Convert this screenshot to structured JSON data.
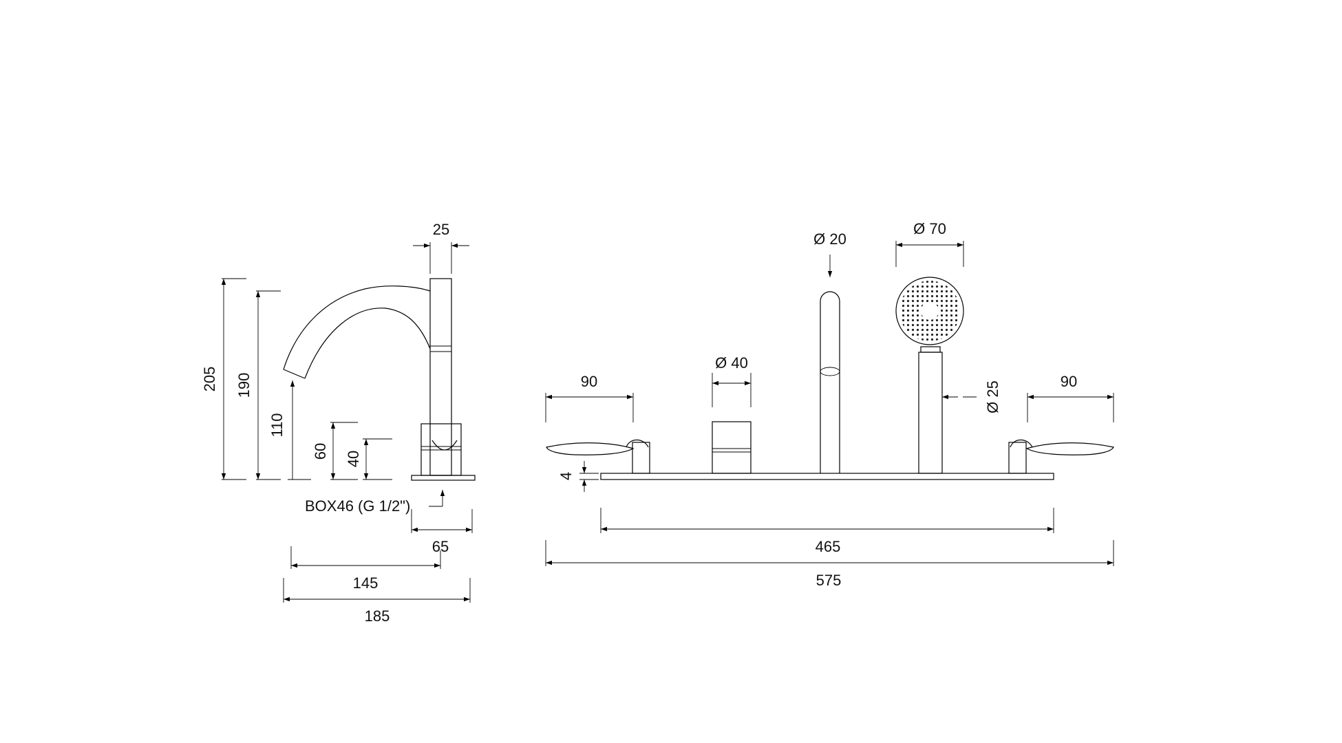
{
  "side_view": {
    "top_width": "25",
    "height_overall": "205",
    "height_spout_top": "190",
    "height_spout_outlet": "110",
    "height_handle_top": "60",
    "height_handle_mid": "40",
    "box_label": "BOX46 (G 1/2\")",
    "base_width": "65",
    "reach": "145",
    "total_depth": "185"
  },
  "front_view": {
    "left_handle_width": "90",
    "diverter_diameter": "Ø 40",
    "spout_diameter": "Ø 20",
    "shower_head_diameter": "Ø 70",
    "shower_handle_diameter": "Ø 25",
    "right_handle_width": "90",
    "plate_thickness": "4",
    "plate_length": "465",
    "overall_length": "575"
  }
}
